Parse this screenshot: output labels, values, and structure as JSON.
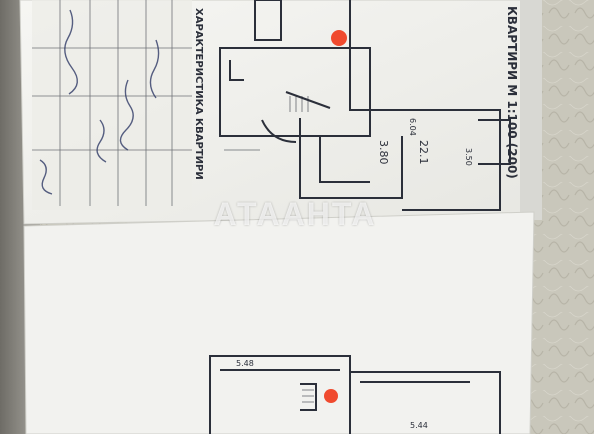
{
  "photo": {
    "subject": "apartment-floor-plan-document",
    "colors": {
      "paper": "#f3f3f0",
      "paper_shadow": "#d9d9d4",
      "ink": "#2b2f3a",
      "table_bg": "#e9e9e4",
      "fabric": "#c9c7bb",
      "marker": "#f04a2e"
    }
  },
  "document": {
    "plan_title": "КВАРТИРИ М 1:100 (200)",
    "table_title": "ХАРАКТЕРИСТИКА КВАРТИРИ",
    "rooms_upper": [
      {
        "id": "room-a",
        "label": "3.80"
      },
      {
        "id": "room-b",
        "label": "22.1"
      },
      {
        "id": "room-c",
        "label": "6.04"
      },
      {
        "id": "room-d",
        "label": "3.50"
      }
    ],
    "rooms_lower": [
      {
        "id": "room-e",
        "label": "5.48"
      },
      {
        "id": "room-f",
        "label": "5.44"
      }
    ]
  },
  "watermark": {
    "text": "АТААНТА"
  }
}
